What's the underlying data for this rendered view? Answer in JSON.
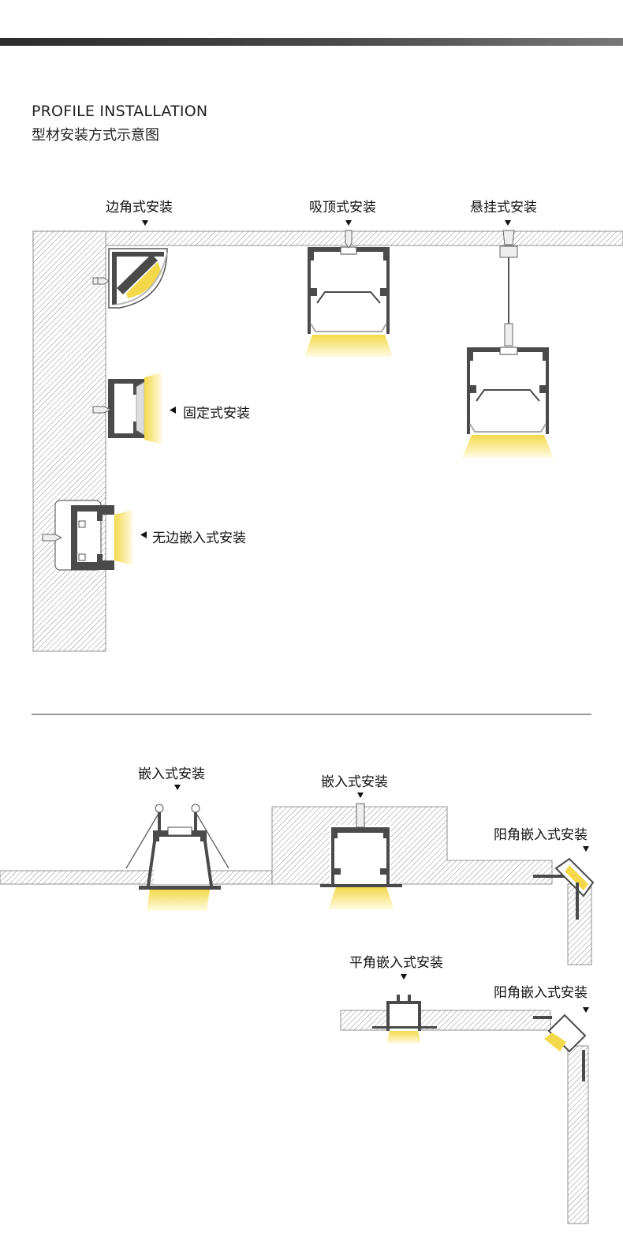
{
  "header": {
    "title_en": "PROFILE INSTALLATION",
    "title_cn": "型材安装方式示意图"
  },
  "labels": {
    "corner": "边角式安装",
    "ceiling": "吸顶式安装",
    "pendant": "悬挂式安装",
    "fixed": "固定式安装",
    "trimless": "无边嵌入式安装",
    "recessed_spring": "嵌入式安装",
    "recessed": "嵌入式安装",
    "outer_corner_1": "阳角嵌入式安装",
    "flat_corner": "平角嵌入式安装",
    "outer_corner_2": "阳角嵌入式安装"
  },
  "colors": {
    "profile": "#4a4a4a",
    "wall_hatch": "#9a9a9a",
    "light": "#f7e36a",
    "diffuser": "#c9c9c9"
  }
}
